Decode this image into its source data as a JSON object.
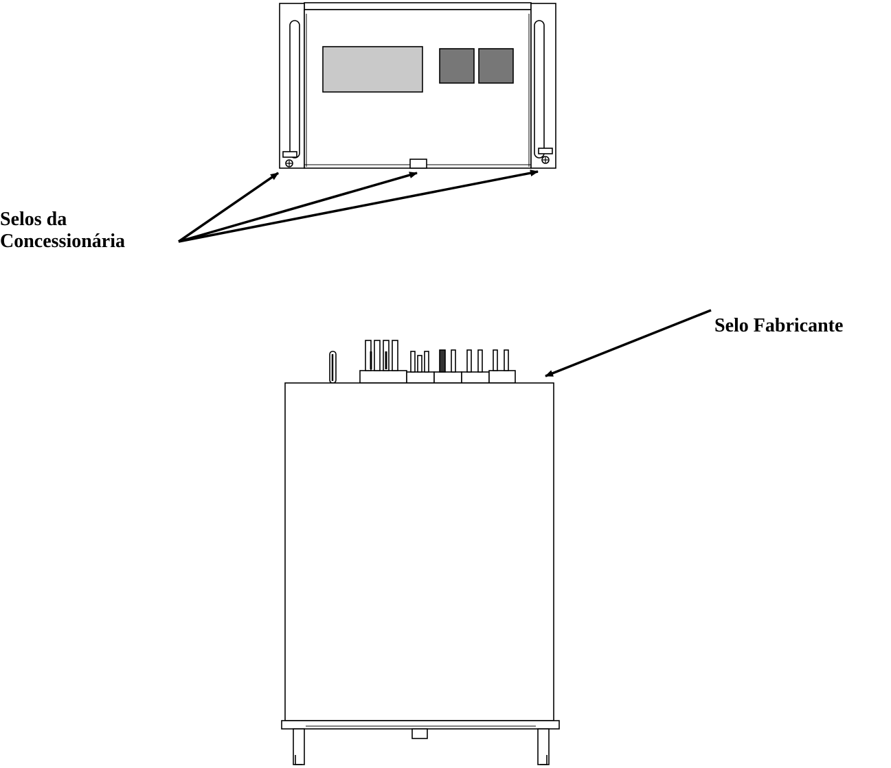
{
  "labels": {
    "concessionaria_line1": "Selos da",
    "concessionaria_line2": "Concessionária",
    "fabricante": "Selo Fabricante"
  },
  "colors": {
    "stroke": "#000000",
    "display_panel": "#c9c9c9",
    "indicator_panel": "#777777",
    "background": "#ffffff"
  }
}
